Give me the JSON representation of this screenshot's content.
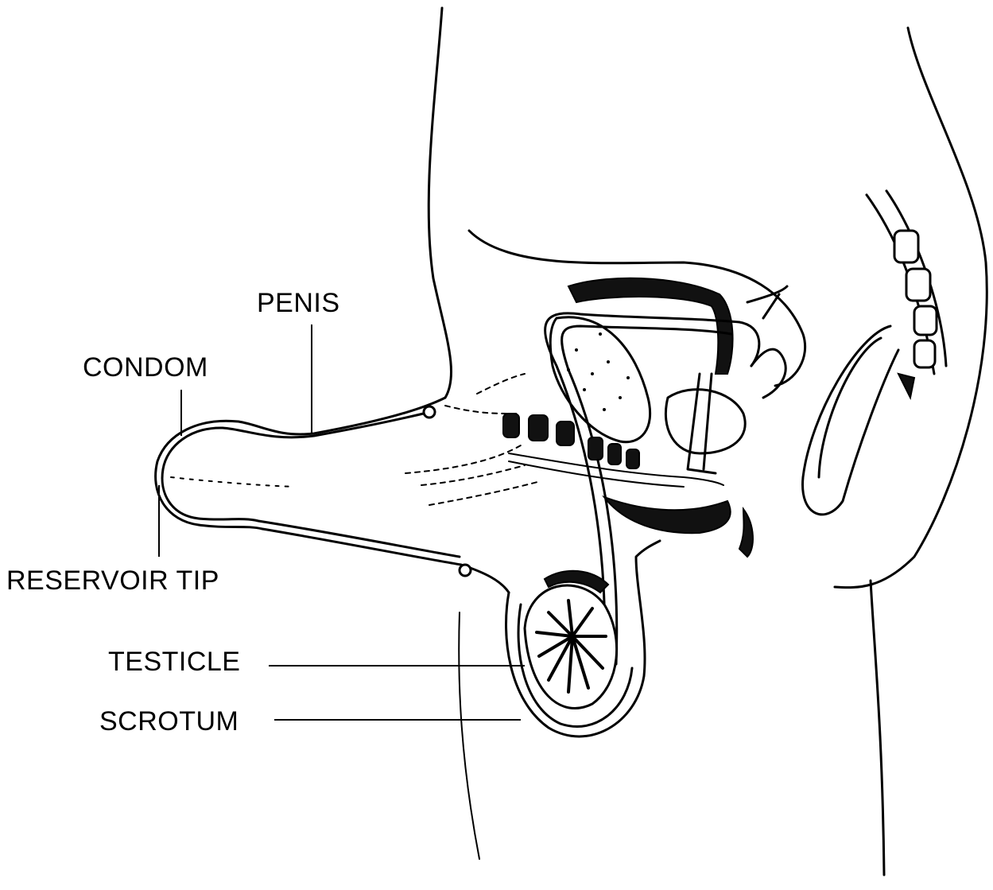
{
  "diagram": {
    "labels": {
      "penis": "PENIS",
      "condom": "CONDOM",
      "reservoir_tip": "RESERVOIR TIP",
      "testicle": "TESTICLE",
      "scrotum": "SCROTUM"
    },
    "colors": {
      "ink": "#000000",
      "background": "#ffffff"
    }
  }
}
